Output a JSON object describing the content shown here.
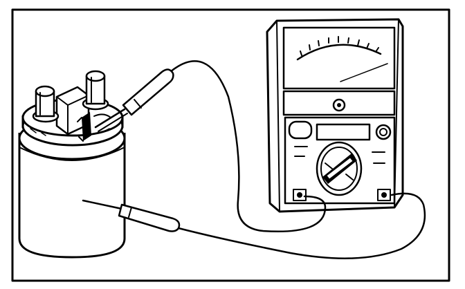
{
  "diagram": {
    "background": "#ffffff",
    "ink": "#000000",
    "parts": [
      {
        "name": "solenoid",
        "icon": "starter-solenoid-icon"
      },
      {
        "name": "multimeter",
        "icon": "analog-multimeter-icon"
      },
      {
        "name": "probe-red",
        "icon": "test-probe-icon"
      },
      {
        "name": "probe-black",
        "icon": "test-probe-icon"
      }
    ]
  }
}
